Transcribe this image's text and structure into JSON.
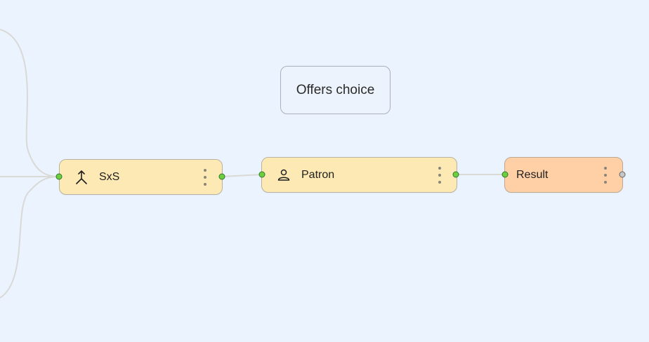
{
  "comment": {
    "text": "Offers choice"
  },
  "nodes": [
    {
      "id": "sxs",
      "label": "SxS",
      "icon": "merge-arrow-icon",
      "color": "#fde9b3"
    },
    {
      "id": "patron",
      "label": "Patron",
      "icon": "person-icon",
      "color": "#fde9b3"
    },
    {
      "id": "result",
      "label": "Result",
      "icon": "",
      "color": "#ffcfa6"
    }
  ],
  "colors": {
    "canvas_background": "#ebf3fe",
    "port_connected": "#6ccf3f",
    "port_unconnected": "#c6c6c6",
    "edge": "#d9d9d6"
  }
}
